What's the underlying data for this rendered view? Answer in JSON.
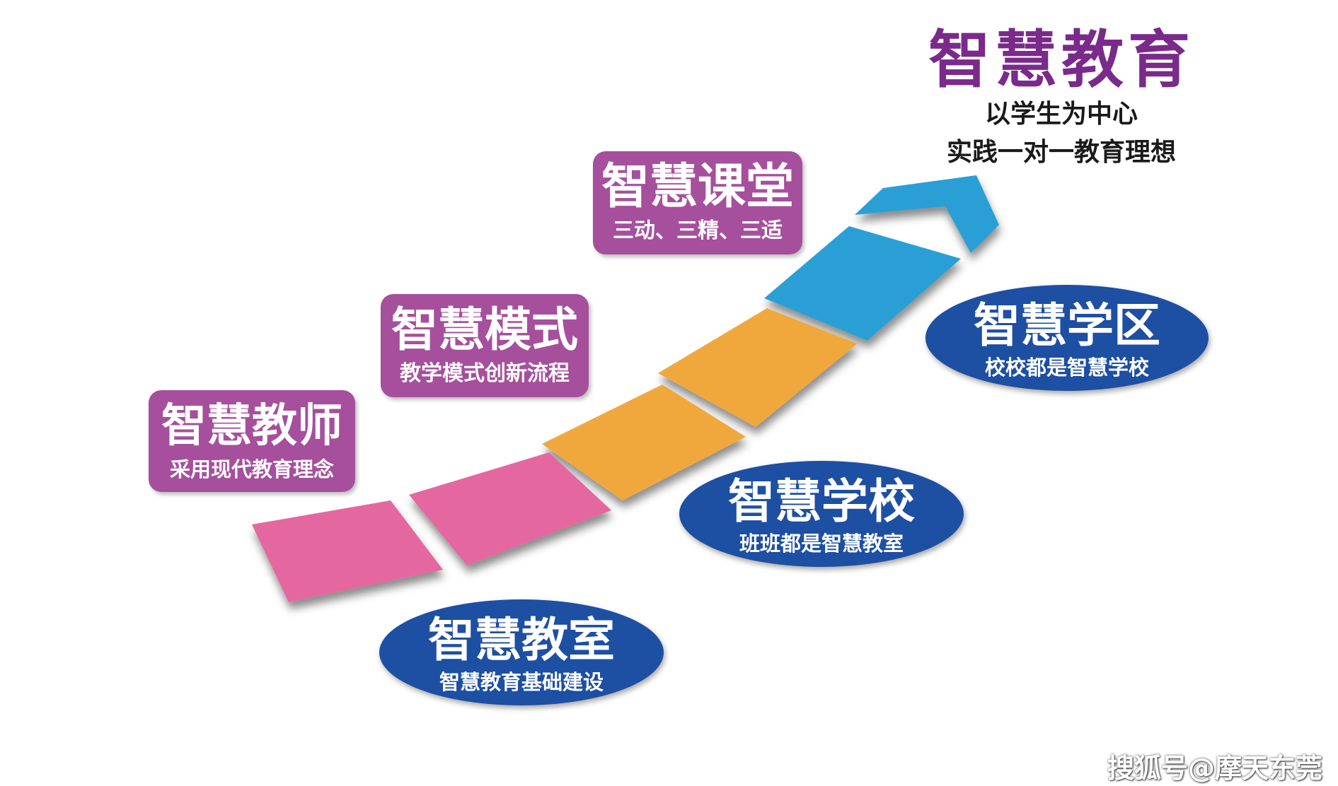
{
  "goal": {
    "title": "智慧教育",
    "line1": "以学生为中心",
    "line2": "实践一对一教育理想"
  },
  "steps": [
    {
      "title": "智慧教师",
      "subtitle": "采用现代教育理念"
    },
    {
      "title": "智慧模式",
      "subtitle": "教学模式创新流程"
    },
    {
      "title": "智慧课堂",
      "subtitle": "三动、三精、三适"
    }
  ],
  "foundations": [
    {
      "title": "智慧教室",
      "subtitle": "智慧教育基础建设"
    },
    {
      "title": "智慧学校",
      "subtitle": "班班都是智慧教室"
    },
    {
      "title": "智慧学区",
      "subtitle": "校校都是智慧学校"
    }
  ],
  "colors": {
    "pink": "#e4689f",
    "orange": "#f0a83e",
    "blue": "#2c9fd6",
    "purple_box": "#a64f9c",
    "navy_ellipse": "#1d4fa3",
    "goal_title": "#7a2a8a"
  },
  "watermark": "搜狐号@摩天东莞"
}
